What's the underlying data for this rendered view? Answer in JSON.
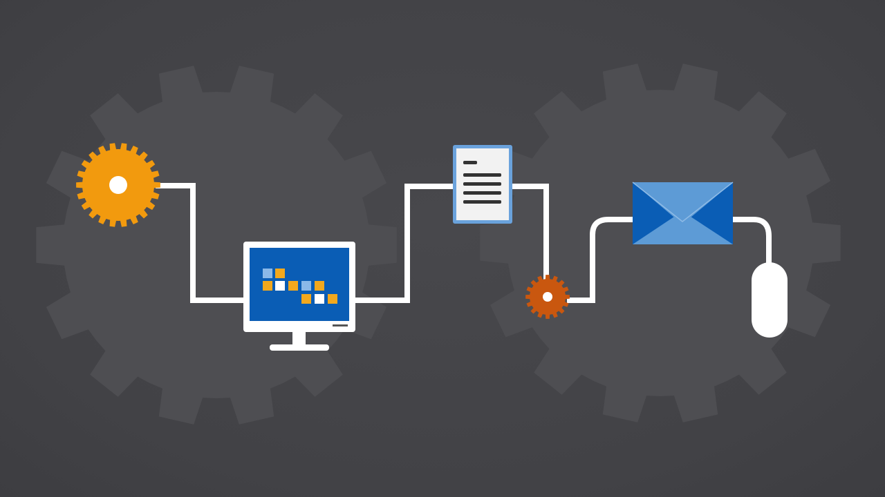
{
  "scene": {
    "background_color": "#444448",
    "background_gear_color": "#4e4e52",
    "connector_color": "#ffffff",
    "nodes": [
      {
        "id": "start-gear",
        "icon": "gear-icon",
        "color": "#f29a0e"
      },
      {
        "id": "computer-monitor",
        "icon": "monitor-icon",
        "screen_color": "#0a5db5",
        "tile_colors": [
          "#f2a81d",
          "#8ab8e8",
          "#ffffff"
        ]
      },
      {
        "id": "document",
        "icon": "document-icon",
        "color": "#f2f2f2",
        "border_color": "#6aa2dc"
      },
      {
        "id": "small-gear",
        "icon": "gear-icon",
        "color": "#c9570f"
      },
      {
        "id": "email-envelope",
        "icon": "envelope-icon",
        "color": "#0a5db5",
        "flap_color": "#5d9bd6"
      },
      {
        "id": "computer-mouse",
        "icon": "mouse-icon",
        "color": "#ffffff"
      }
    ]
  }
}
